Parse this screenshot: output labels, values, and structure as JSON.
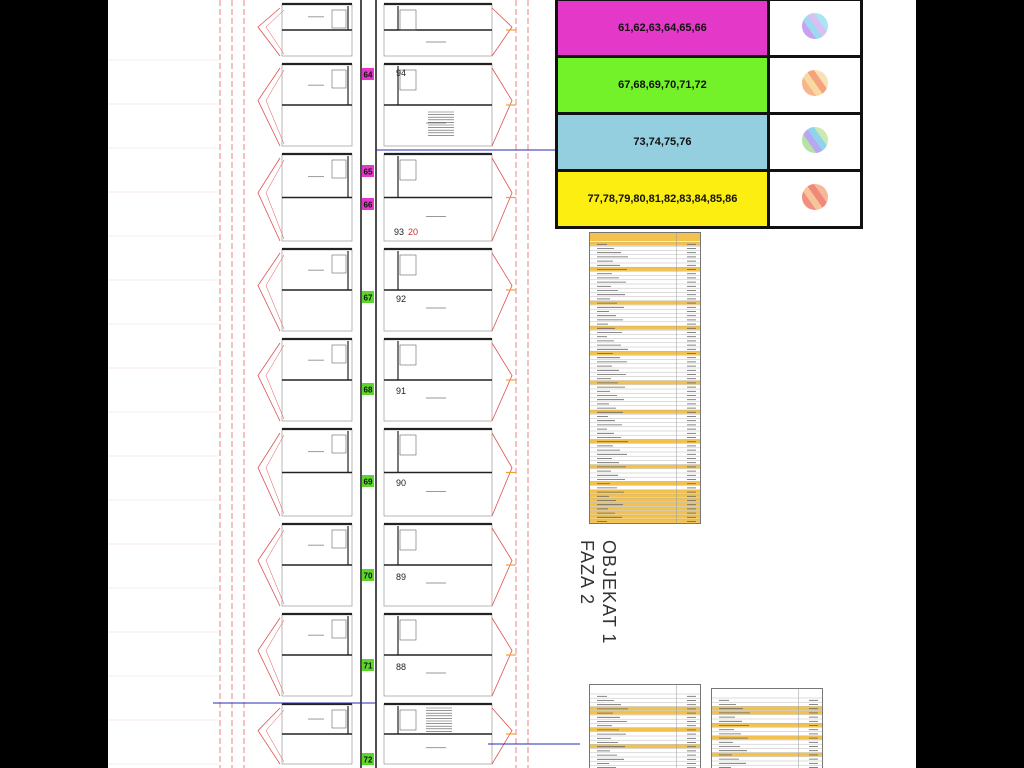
{
  "legend": [
    {
      "units": "61,62,63,64,65,66",
      "color": "#e438c8",
      "swatch": "linear-gradient(90deg,#c8a2f0 0 25%,#9fd8ef 25% 50%,#d9c0f2 50% 75%,#a9e6f5 75%)",
      "icon": "striped-circle-icon"
    },
    {
      "units": "67,68,69,70,71,72",
      "color": "#73f22a",
      "swatch": "linear-gradient(90deg,#f6b58a 0 25%,#f9d9a1 25% 50%,#f4a37d 50% 75%,#fbe0b6 75%)",
      "icon": "striped-circle-icon"
    },
    {
      "units": "73,74,75,76",
      "color": "#94cfe0",
      "swatch": "linear-gradient(90deg,#b5e3a6 0 25%,#b9a8ef 25% 50%,#8fd3ef 50% 75%,#cde9b1 75%)",
      "icon": "striped-circle-icon"
    },
    {
      "units": "77,78,79,80,81,82,83,84,85,86",
      "color": "#fbee10",
      "swatch": "linear-gradient(90deg,#f28f80 0 25%,#f8c49a 25% 50%,#ef8a7a 50% 75%,#f7b89a 75%)",
      "icon": "striped-circle-icon"
    }
  ],
  "plan": {
    "right_units": [
      "94",
      "93",
      "92",
      "91",
      "90",
      "89",
      "88"
    ],
    "left_markers": [
      {
        "label": "64",
        "color": "#e438c8"
      },
      {
        "label": "65",
        "color": "#e438c8"
      },
      {
        "label": "66",
        "color": "#e438c8"
      },
      {
        "label": "67",
        "color": "#5cd62a"
      },
      {
        "label": "68",
        "color": "#5cd62a"
      },
      {
        "label": "69",
        "color": "#5cd62a"
      },
      {
        "label": "70",
        "color": "#5cd62a"
      },
      {
        "label": "71",
        "color": "#5cd62a"
      },
      {
        "label": "72",
        "color": "#5cd62a"
      }
    ],
    "stair_label": "20"
  },
  "building_label": {
    "line1": "OBJEKAT 1",
    "line2": "FAZA 2"
  },
  "colors": {
    "drawing_red": "#e05050",
    "wall": "#222222",
    "orange": "#f0a030",
    "accent_blue": "#2a2ab0"
  }
}
